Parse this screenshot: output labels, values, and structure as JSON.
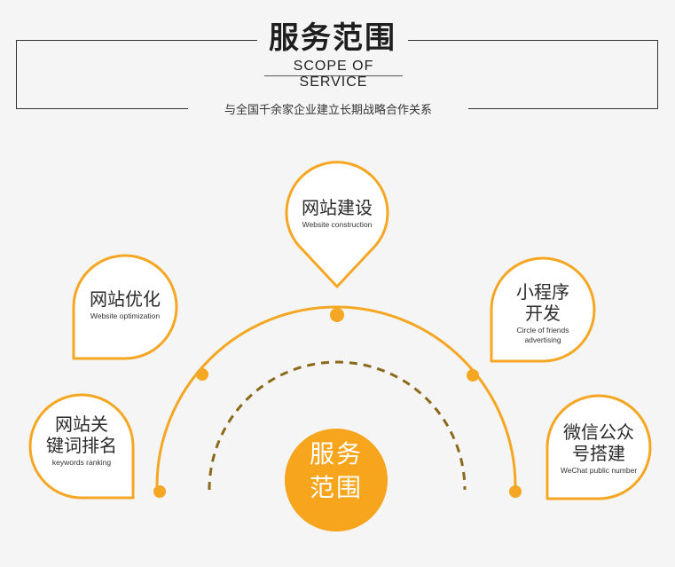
{
  "header": {
    "title": "服务范围",
    "subtitle": "SCOPE OF SERVICE",
    "tagline": "与全国千余家企业建立长期战略合作关系"
  },
  "center": {
    "line1": "服务",
    "line2": "范围"
  },
  "services": [
    {
      "zh_line1": "网站建设",
      "zh_line2": "",
      "en_line1": "Website construction",
      "en_line2": ""
    },
    {
      "zh_line1": "网站优化",
      "zh_line2": "",
      "en_line1": "Website optimization",
      "en_line2": ""
    },
    {
      "zh_line1": "小程序",
      "zh_line2": "开发",
      "en_line1": "Circle of friends",
      "en_line2": "advertising"
    },
    {
      "zh_line1": "网站关",
      "zh_line2": "键词排名",
      "en_line1": "keywords ranking",
      "en_line2": ""
    },
    {
      "zh_line1": "微信公众",
      "zh_line2": "号搭建",
      "en_line1": "WeChat public number",
      "en_line2": ""
    }
  ],
  "colors": {
    "accent": "#f5a623",
    "dashed_arc": "#8a6a1a",
    "background": "#f5f5f5",
    "bubble_fill": "#ffffff"
  }
}
